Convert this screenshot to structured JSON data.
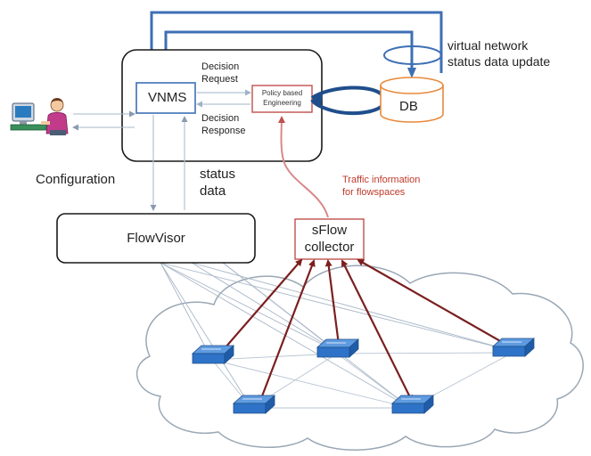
{
  "labels": {
    "vnms": "VNMS",
    "decision_request": [
      "Decision",
      "Request"
    ],
    "decision_response": [
      "Decision",
      "Response"
    ],
    "policy_engine": [
      "Policy based",
      "Engineering"
    ],
    "db": "DB",
    "db_update": [
      "virtual network",
      "status data update"
    ],
    "configuration": "Configuration",
    "status_data": [
      "status",
      "data"
    ],
    "flowvisor": "FlowVisor",
    "traffic_info": [
      "Traffic information",
      "for flowspaces"
    ],
    "sflow_collector": [
      "sFlow",
      "collector"
    ]
  },
  "colors": {
    "blue_link": "#3d6fb4",
    "db_orange": "#e8893a",
    "policy_red": "#c0504d",
    "sflow_arrow": "#7b1f1f",
    "switch_blue": "#2e73c7",
    "cloud_border": "#9aa7b5"
  },
  "icons": {
    "operator": "operator-workstation-icon",
    "switch": "network-switch-icon"
  }
}
